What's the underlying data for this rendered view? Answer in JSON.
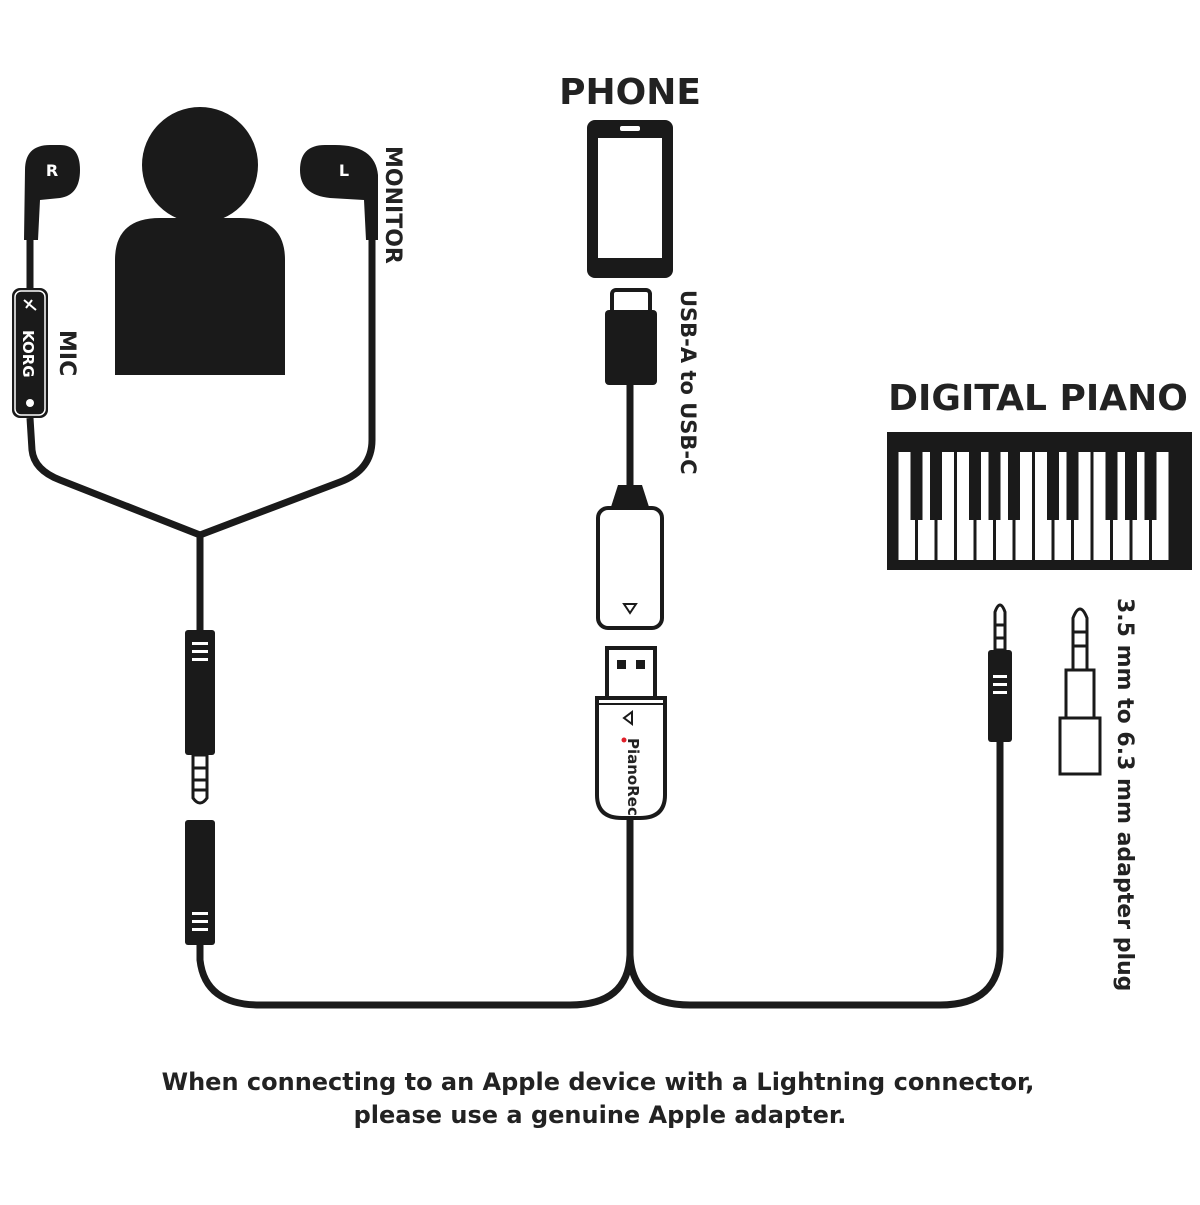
{
  "labels": {
    "phone": "PHONE",
    "digital_piano": "DIGITAL PIANO",
    "monitor": "MONITOR",
    "mic": "MIC",
    "usb_cable": "USB-A to USB-C",
    "adapter_plug": "3.5 mm to 6.3 mm adapter plug",
    "earbud_right": "R",
    "earbud_left": "L",
    "mic_brand": "KORG",
    "device_brand": "PianoRec"
  },
  "note": {
    "line1": "When connecting to an Apple device with a Lightning connector,",
    "line2": "please use a genuine Apple adapter."
  },
  "colors": {
    "ink": "#1a1a1a",
    "accent": "#e0202a"
  }
}
